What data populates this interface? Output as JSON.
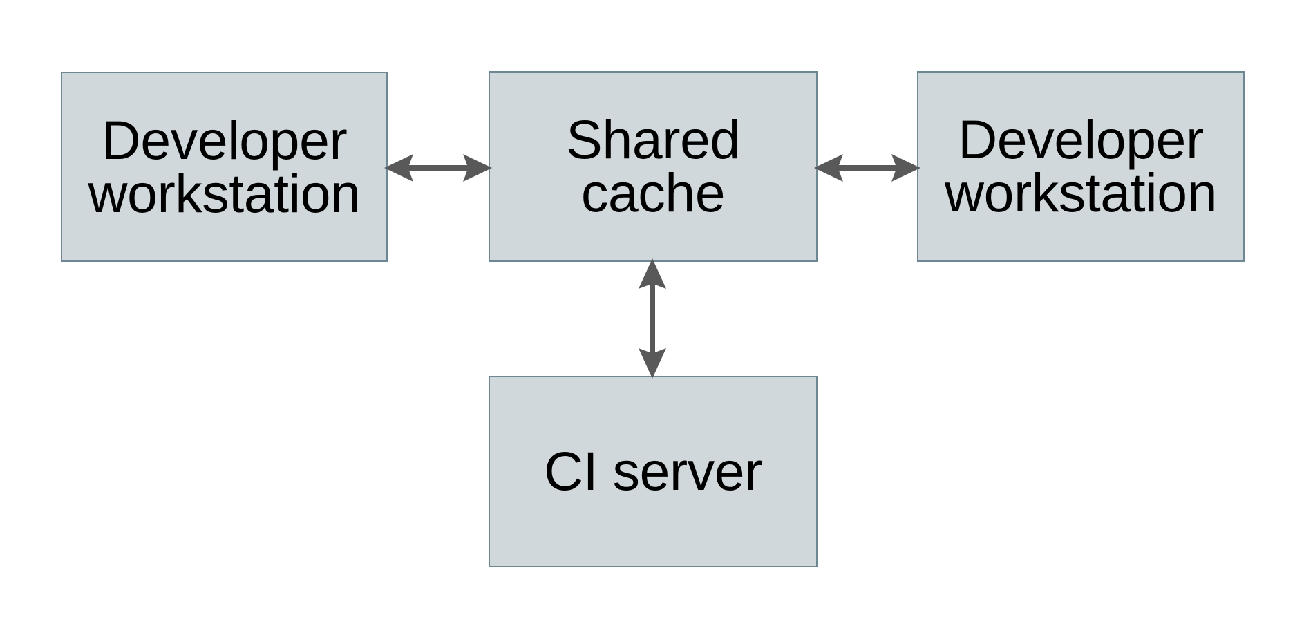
{
  "diagram": {
    "type": "block-diagram",
    "background_color": "#ffffff",
    "node_fill_color": "#d0d8db",
    "node_border_color": "#6d8793",
    "arrow_color": "#595959",
    "text_color": "#000000",
    "nodes": [
      {
        "id": "dev-left",
        "label": "Developer\nworkstation",
        "line1": "Developer",
        "line2": "workstation"
      },
      {
        "id": "shared",
        "label": "Shared\ncache",
        "line1": "Shared",
        "line2": "cache"
      },
      {
        "id": "dev-right",
        "label": "Developer\nworkstation",
        "line1": "Developer",
        "line2": "workstation"
      },
      {
        "id": "ci",
        "label": "CI server",
        "line1": "CI server",
        "line2": ""
      }
    ],
    "edges": [
      {
        "id": "left-shared",
        "from": "dev-left",
        "to": "shared",
        "direction": "bidirectional",
        "orientation": "horizontal",
        "label": ""
      },
      {
        "id": "shared-right",
        "from": "shared",
        "to": "dev-right",
        "direction": "bidirectional",
        "orientation": "horizontal",
        "label": ""
      },
      {
        "id": "shared-ci",
        "from": "shared",
        "to": "ci",
        "direction": "bidirectional",
        "orientation": "vertical",
        "label": ""
      }
    ]
  }
}
